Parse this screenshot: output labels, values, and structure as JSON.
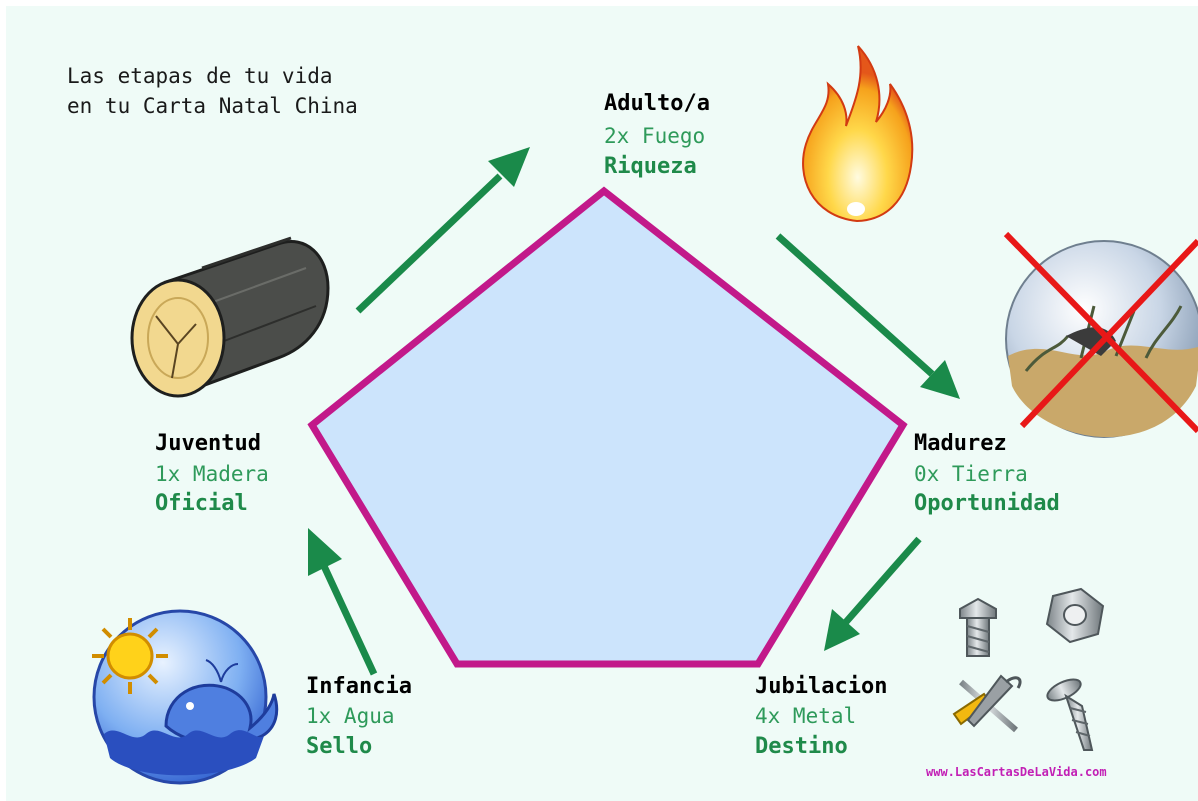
{
  "title": {
    "line1": "Las etapas de tu vida",
    "line2": "en tu Carta Natal China"
  },
  "stages": {
    "adulto": {
      "name": "Adulto/a",
      "element": "2x Fuego",
      "aspect": "Riqueza",
      "icon": "fire-icon",
      "crossed": false
    },
    "madurez": {
      "name": "Madurez",
      "element": "0x Tierra",
      "aspect": "Oportunidad",
      "icon": "earth-icon",
      "crossed": true
    },
    "jubilacion": {
      "name": "Jubilacion",
      "element": "4x Metal",
      "aspect": "Destino",
      "icon": "metal-icon",
      "crossed": false
    },
    "infancia": {
      "name": "Infancia",
      "element": "1x Agua",
      "aspect": "Sello",
      "icon": "water-icon",
      "crossed": false
    },
    "juventud": {
      "name": "Juventud",
      "element": "1x Madera",
      "aspect": "Oficial",
      "icon": "wood-icon",
      "crossed": false
    }
  },
  "watermark": "www.LasCartasDeLaVida.com",
  "colors": {
    "background": "#effbf7",
    "pentagon_fill": "#cce4fc",
    "pentagon_stroke": "#c2198a",
    "arrow": "#1a8a4a",
    "element_text": "#2e9a5a",
    "cross": "#e81818"
  }
}
